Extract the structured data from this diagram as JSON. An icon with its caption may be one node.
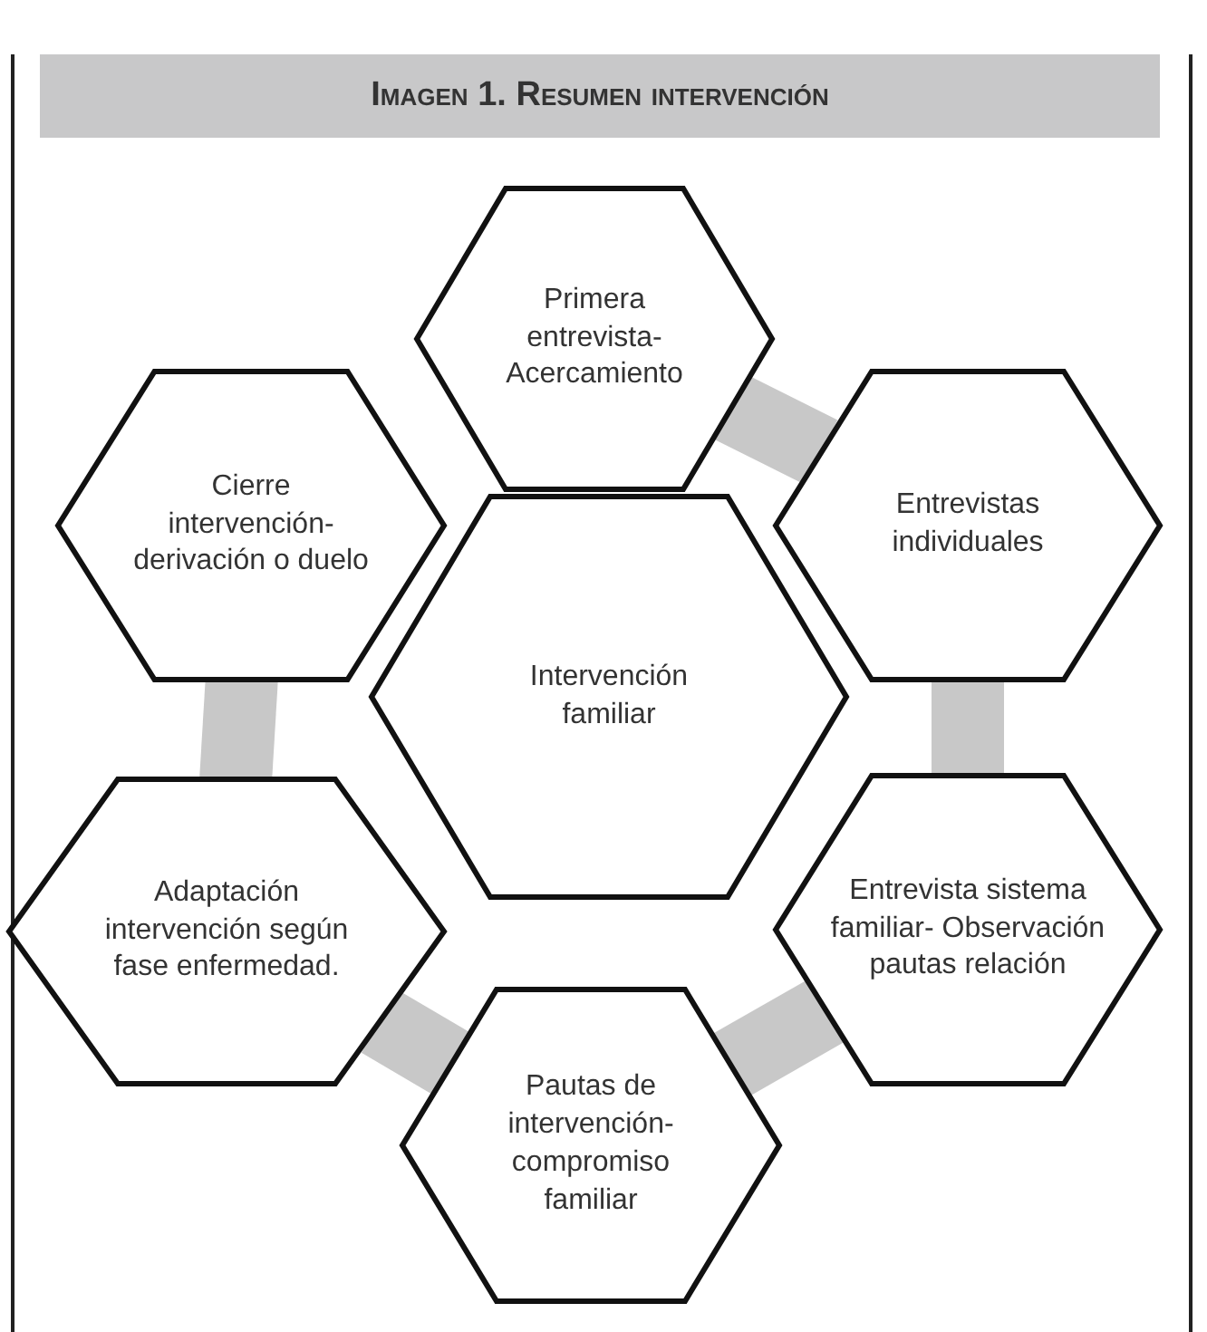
{
  "diagram": {
    "title": "Imagen 1. Resumen intervención",
    "nodes": [
      {
        "text": [
          "Primera entrevista- Acercamiento"
        ]
      },
      {
        "text": [
          "Entrevistas individuales"
        ]
      },
      {
        "text": [
          "Entrevista sistema familiar- Observación pautas relación"
        ]
      },
      {
        "text": [
          "Pautas de intervención- compromiso familiar"
        ]
      },
      {
        "text": [
          "Adaptación intervención según fase enfermedad."
        ]
      },
      {
        "text": [
          "Cierre intervención- derivación o duelo"
        ]
      },
      {
        "text": [
          "Intervención familiar"
        ]
      }
    ],
    "edges": [
      {
        "from": 0,
        "to": 1,
        "arrow": "none"
      },
      {
        "from": 1,
        "to": 2,
        "arrow": "none"
      },
      {
        "from": 2,
        "to": 3,
        "arrow": "none"
      },
      {
        "from": 3,
        "to": 4,
        "arrow": "none"
      },
      {
        "from": 4,
        "to": 5,
        "arrow": "none"
      }
    ]
  }
}
